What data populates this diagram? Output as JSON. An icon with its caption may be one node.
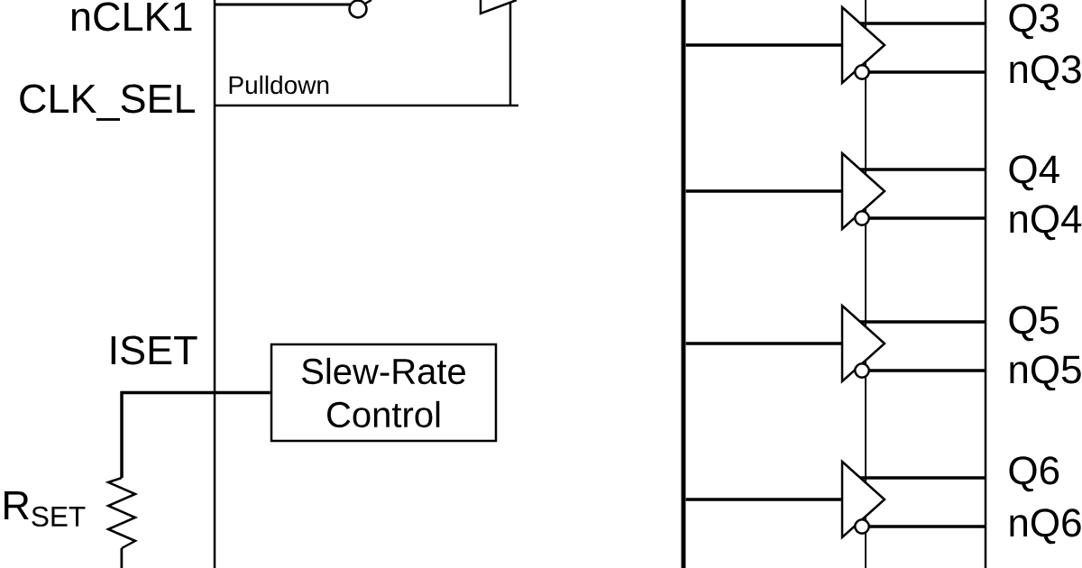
{
  "diagram": {
    "nodes": [
      {
        "text": [
          "Slew-Rate Control"
        ]
      },
      {
        "text": [],
        "shape": "resistor",
        "beside": [
          "R$_{SET}$"
        ]
      },
      {
        "text": [],
        "shape": "bar"
      },
      {
        "text": [],
        "shape": "triangle"
      },
      {
        "text": [],
        "shape": "triangle"
      },
      {
        "text": [],
        "shape": "triangle"
      },
      {
        "text": [],
        "shape": "triangle"
      }
    ],
    "edges": [
      {
        "from": 1,
        "to": 0,
        "arrow": "none"
      },
      {
        "from": 2,
        "to": 3,
        "arrow": "none"
      },
      {
        "from": 2,
        "to": 4,
        "arrow": "none"
      },
      {
        "from": 2,
        "to": 5,
        "arrow": "none"
      },
      {
        "from": 2,
        "to": 6,
        "arrow": "none"
      },
      {
        "from": 3,
        "to": null,
        "arrow": "none"
      },
      {
        "from": 3,
        "to": null,
        "arrow": "other"
      },
      {
        "from": 4,
        "to": null,
        "arrow": "none"
      },
      {
        "from": 4,
        "to": null,
        "arrow": "other"
      },
      {
        "from": 5,
        "to": null,
        "arrow": "none"
      },
      {
        "from": 5,
        "to": null,
        "arrow": "other"
      },
      {
        "from": 6,
        "to": null,
        "arrow": "none"
      },
      {
        "from": 6,
        "to": null,
        "arrow": "other"
      }
    ],
    "labels": [
      "nCLK1",
      "CLK_SEL",
      "Pulldown",
      "ISET",
      "Q3",
      "nQ3",
      "Q4",
      "nQ4",
      "Q5",
      "nQ5",
      "Q6",
      "nQ6"
    ]
  }
}
